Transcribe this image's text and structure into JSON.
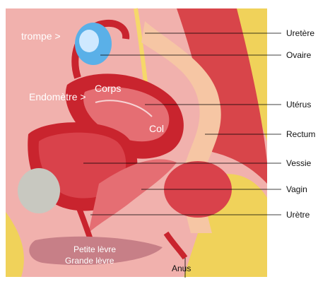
{
  "labels": {
    "trompe": "trompe >",
    "endometre": "Endomètre >",
    "corps": "Corps",
    "col": "Col",
    "petite_levre": "Petite lèvre",
    "grande_levre": "Grande lèvre",
    "anus": "Anus",
    "uretere": "Uretère",
    "ovaire": "Ovaire",
    "uterus": "Utérus",
    "rectum": "Rectum",
    "vessie": "Vessie",
    "vagin": "Vagin",
    "uretre": "Urètre"
  },
  "colors": {
    "background": "#f1b1ad",
    "tissue_red": "#c9242e",
    "tissue_pink": "#e56e73",
    "fat_yellow": "#f0d25a",
    "rectum_peach": "#f6c6a4",
    "ovary_blue": "#5ab0e8",
    "bladder_red": "#d9424b",
    "leader_line": "#000000",
    "label_dark": "#111111",
    "label_light": "#ffffff"
  }
}
